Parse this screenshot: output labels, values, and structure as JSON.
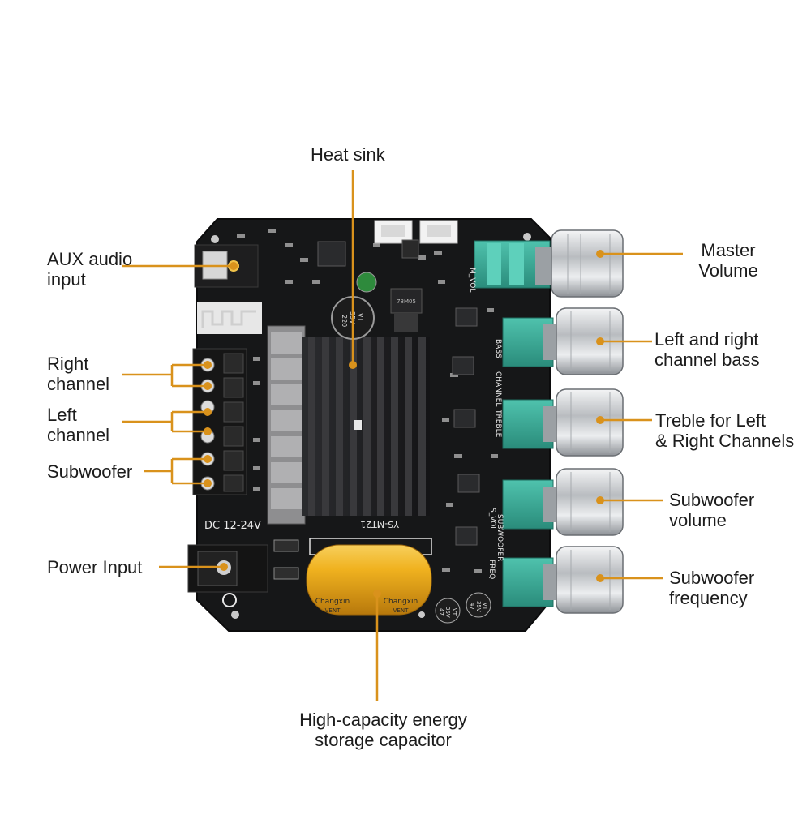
{
  "colors": {
    "leader": "#d9921c",
    "board": "#161718",
    "heatsink": "#1f1f21",
    "capacitor": "#f0b21f",
    "pot_body": "#3aa996",
    "knob": "#d8dadc",
    "silk": "#e9e9e9"
  },
  "labels": {
    "heat_sink": "Heat sink",
    "aux_input": [
      "AUX audio",
      "input"
    ],
    "right_channel": [
      "Right",
      "channel"
    ],
    "left_channel": [
      "Left",
      "channel"
    ],
    "subwoofer": "Subwoofer",
    "power_input": "Power Input",
    "capacitor": [
      "High-capacity energy",
      "storage capacitor"
    ],
    "master_volume": [
      "Master",
      "Volume"
    ],
    "lr_bass": [
      "Left and right",
      "channel bass"
    ],
    "treble": [
      "Treble for Left",
      "& Right Channels"
    ],
    "sub_volume": [
      "Subwoofer",
      "volume"
    ],
    "sub_frequency": [
      "Subwoofer",
      "frequency"
    ]
  },
  "board_text": {
    "model": "YS-MT21",
    "voltage": "DC 12-24V",
    "cap_brand": "Changxin",
    "cap_vent": "VENT",
    "m_vol": "M_VOL",
    "bass": "BASS",
    "channel": "CHANNEL",
    "treble": "TREBLE",
    "s_vol": "S_VOL",
    "subwoofer": "SUBWOOFER",
    "freq": "FREQ",
    "small_cap": [
      "47",
      "35V",
      "VT"
    ],
    "large_cap": [
      "220",
      "35V",
      "VT"
    ],
    "regulator": "78M05"
  }
}
